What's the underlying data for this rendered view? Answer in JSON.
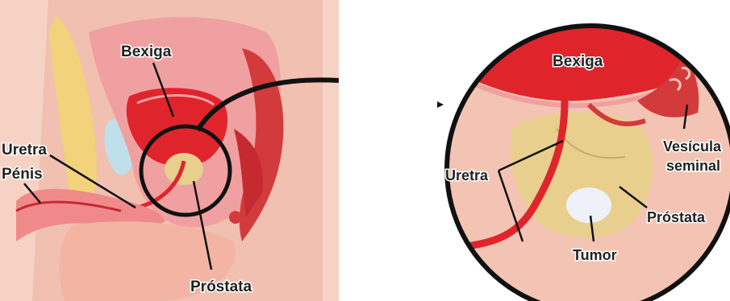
{
  "left_diagram": {
    "labels": {
      "bexiga": "Bexiga",
      "uretra": "Uretra",
      "penis": "Pénis",
      "prostata": "Próstata"
    }
  },
  "right_diagram": {
    "labels": {
      "bexiga": "Bexiga",
      "uretra": "Uretra",
      "vesicula_line1": "Vesícula",
      "vesicula_line2": "seminal",
      "prostata": "Próstata",
      "tumor": "Tumor"
    }
  },
  "colors": {
    "skin": "#f3c4b4",
    "bladder_red": "#e0242c",
    "muscle_red": "#d33a3c",
    "fat_yellow": "#f2d27a",
    "prostate_tan": "#e8cf8e",
    "tumor_white": "#eef2f8",
    "outline": "#111111"
  }
}
